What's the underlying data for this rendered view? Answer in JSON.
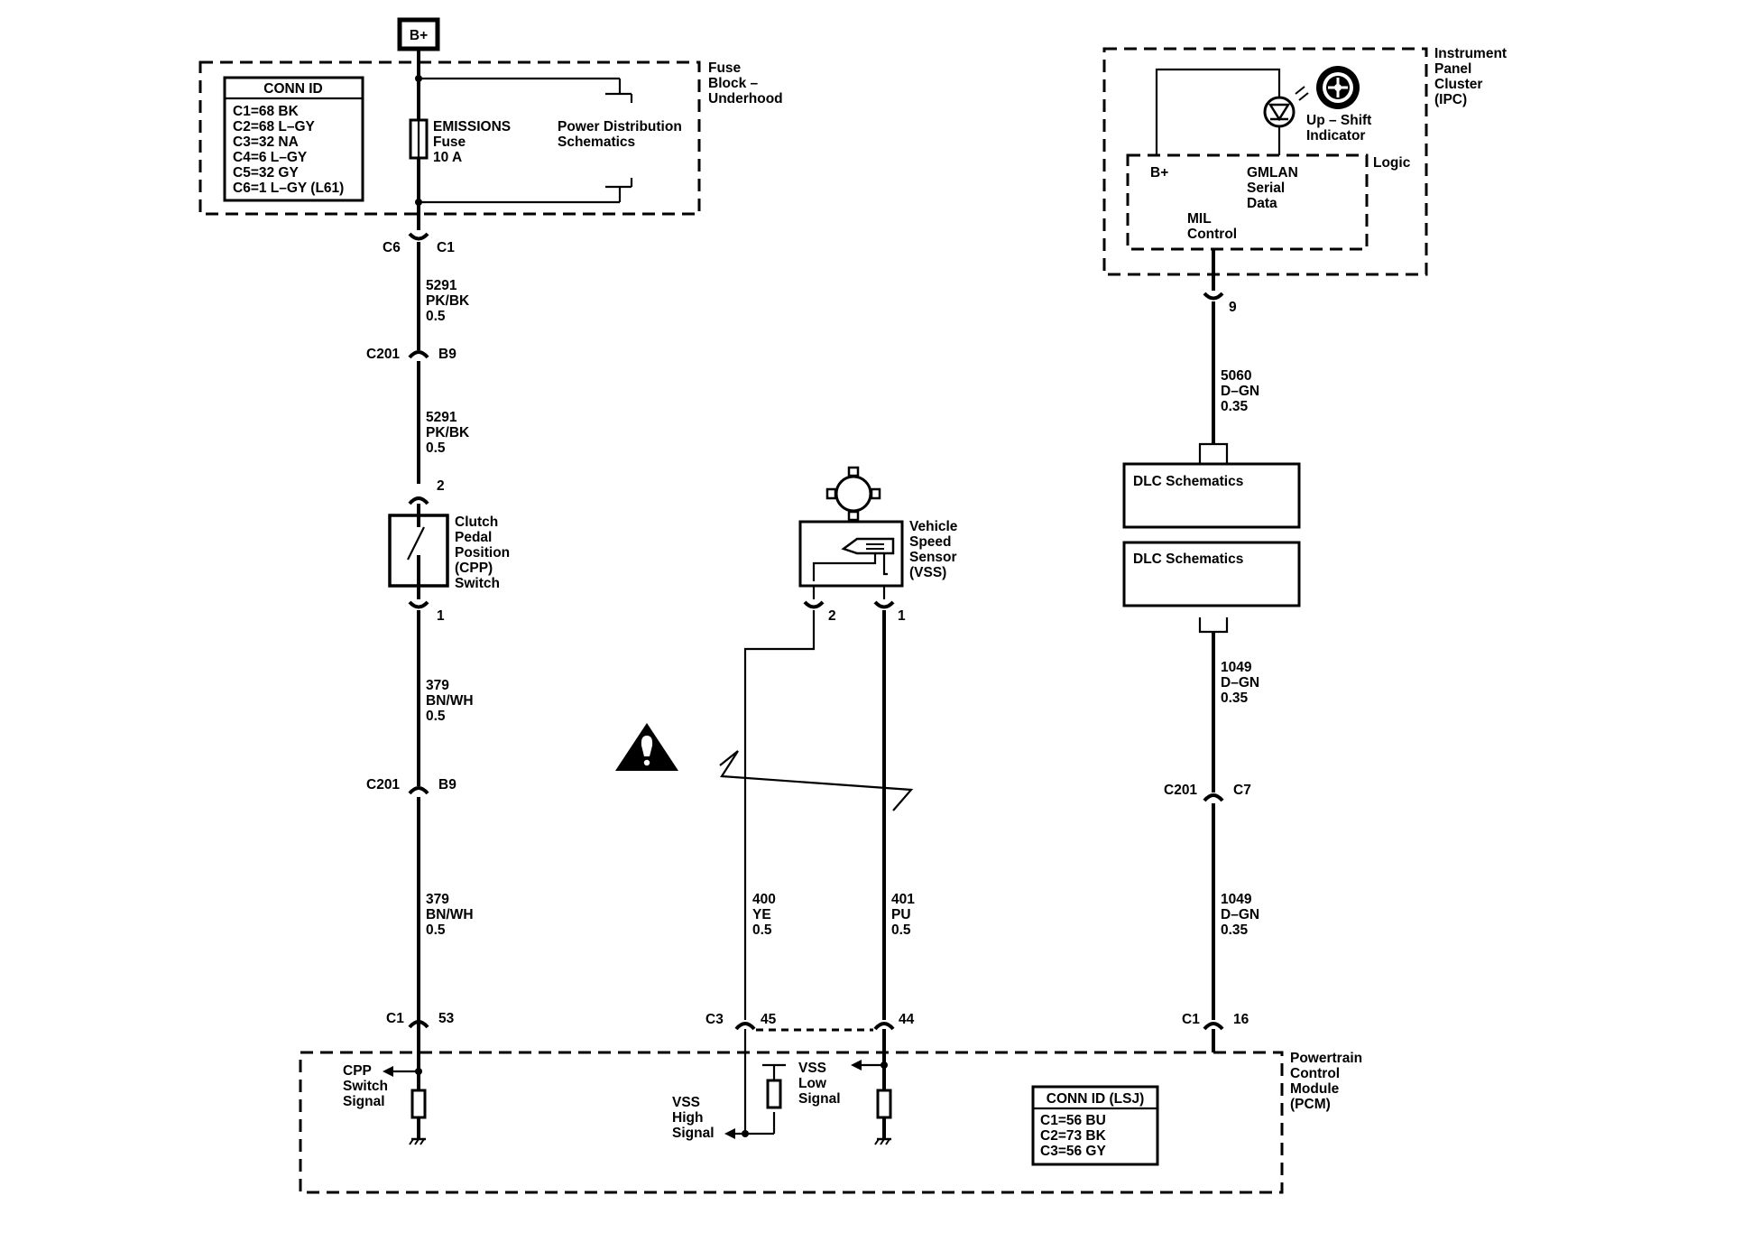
{
  "power": {
    "label": "B+"
  },
  "fuse_block": {
    "title_lines": [
      "Fuse",
      "Block –",
      "Underhood"
    ],
    "conn_id": {
      "header": "CONN ID",
      "rows": [
        "C1=68 BK",
        "C2=68 L–GY",
        "C3=32 NA",
        "C4=6 L–GY",
        "C5=32 GY",
        "C6=1 L–GY (L61)"
      ]
    },
    "fuse_lines": [
      "EMISSIONS",
      "Fuse",
      "10 A"
    ],
    "power_dist_lines": [
      "Power Distribution",
      "Schematics"
    ]
  },
  "cpp_circuit": {
    "conn_top_left": "C6",
    "conn_top_right": "C1",
    "wire1_lines": [
      "5291",
      "PK/BK",
      "0.5"
    ],
    "c201_top": "C201",
    "c201_top_pin": "B9",
    "wire2_lines": [
      "5291",
      "PK/BK",
      "0.5"
    ],
    "switch_pin_top": "2",
    "switch_lines": [
      "Clutch",
      "Pedal",
      "Position",
      "(CPP)",
      "Switch"
    ],
    "switch_pin_bottom": "1",
    "wire3_lines": [
      "379",
      "BN/WH",
      "0.5"
    ],
    "c201_bottom": "C201",
    "c201_bottom_pin": "B9",
    "wire4_lines": [
      "379",
      "BN/WH",
      "0.5"
    ],
    "pcm_conn": "C1",
    "pcm_pin": "53",
    "signal_lines": [
      "CPP",
      "Switch",
      "Signal"
    ]
  },
  "vss_circuit": {
    "sensor_lines": [
      "Vehicle",
      "Speed",
      "Sensor",
      "(VSS)"
    ],
    "pin_left": "2",
    "pin_right": "1",
    "wire_high_lines": [
      "400",
      "YE",
      "0.5"
    ],
    "wire_low_lines": [
      "401",
      "PU",
      "0.5"
    ],
    "pcm_conn": "C3",
    "pin_high": "45",
    "pin_low": "44",
    "high_signal_lines": [
      "VSS",
      "High",
      "Signal"
    ],
    "low_signal_lines": [
      "VSS",
      "Low",
      "Signal"
    ]
  },
  "ipc": {
    "title_lines": [
      "Instrument",
      "Panel",
      "Cluster",
      "(IPC)"
    ],
    "indicator_lines": [
      "Up – Shift",
      "Indicator"
    ],
    "logic_label": "Logic",
    "bplus": "B+",
    "gmlan_lines": [
      "GMLAN",
      "Serial",
      "Data"
    ],
    "mil_lines": [
      "MIL",
      "Control"
    ],
    "pin": "9"
  },
  "dlc_circuit": {
    "wire1_lines": [
      "5060",
      "D–GN",
      "0.35"
    ],
    "box1_label": "DLC Schematics",
    "box2_label": "DLC Schematics",
    "wire2_lines": [
      "1049",
      "D–GN",
      "0.35"
    ],
    "c201": "C201",
    "c201_pin": "C7",
    "wire3_lines": [
      "1049",
      "D–GN",
      "0.35"
    ],
    "pcm_conn": "C1",
    "pcm_pin": "16"
  },
  "pcm": {
    "title_lines": [
      "Powertrain",
      "Control",
      "Module",
      "(PCM)"
    ],
    "conn_id": {
      "header": "CONN ID (LSJ)",
      "rows": [
        "C1=56 BU",
        "C2=73 BK",
        "C3=56 GY"
      ]
    }
  }
}
